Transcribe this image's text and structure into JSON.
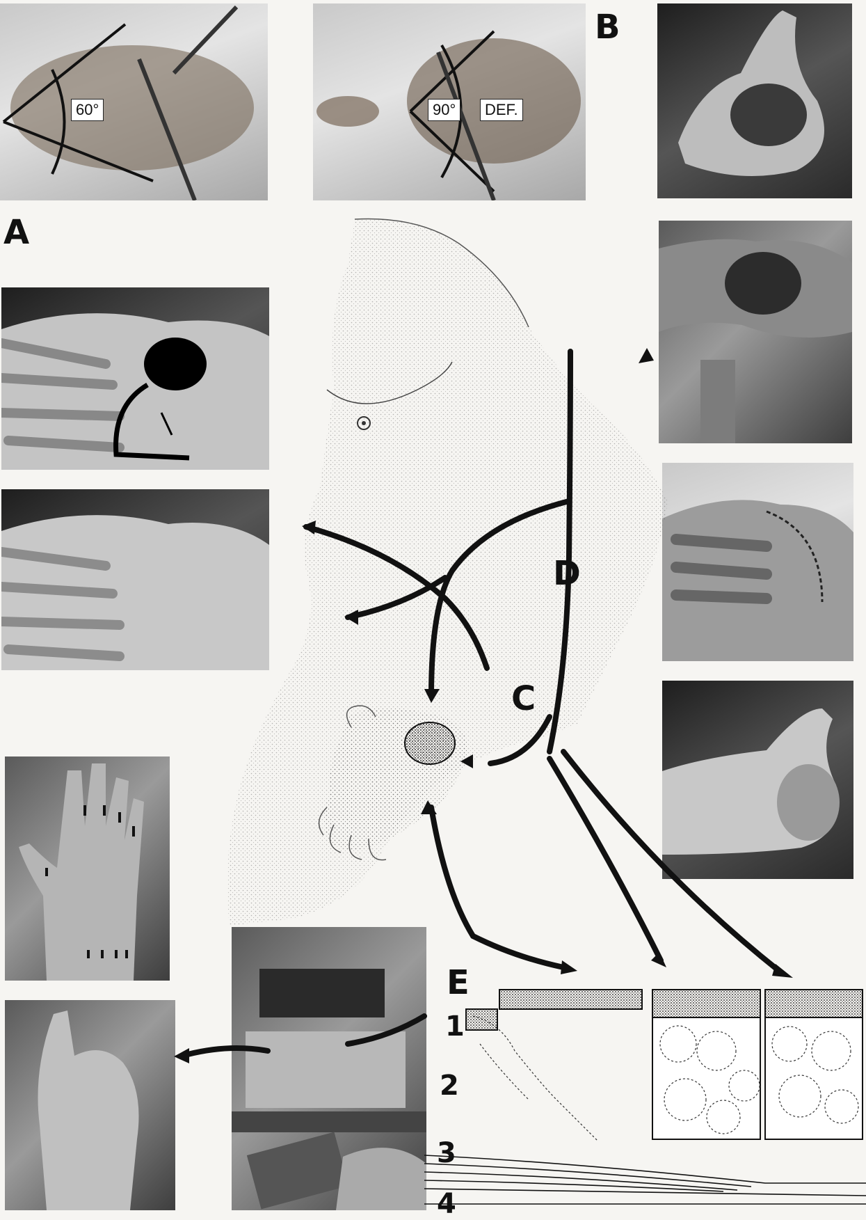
{
  "labels": {
    "angle_60": "60°",
    "angle_90": "90°",
    "def": "DEF.",
    "A": "A",
    "B": "B",
    "C": "C",
    "D": "D",
    "E": "E",
    "layer_1": "1",
    "layer_2": "2",
    "layer_3": "3",
    "layer_4": "4"
  },
  "colors": {
    "ink": "#111111",
    "paper": "#f6f5f2"
  }
}
